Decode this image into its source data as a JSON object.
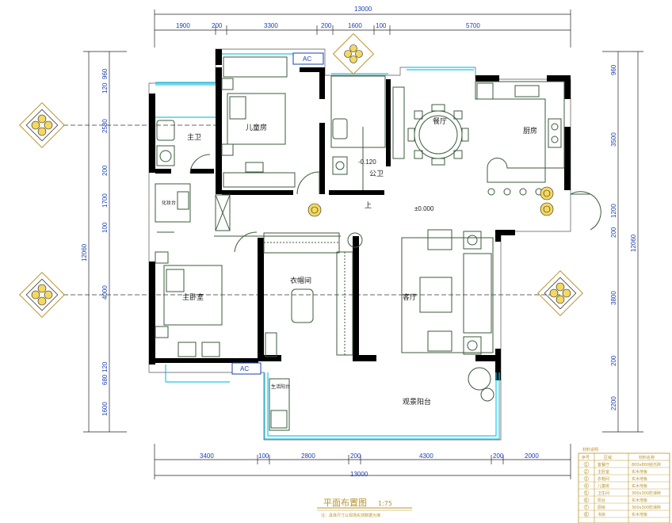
{
  "dimensions": {
    "top_total": "13000",
    "top_segments": [
      "1900",
      "200",
      "3300",
      "200",
      "1600",
      "100",
      "5700"
    ],
    "bottom_total": "13000",
    "bottom_segments": [
      "3400",
      "100",
      "2800",
      "200",
      "4300",
      "200",
      "2000"
    ],
    "left_total": "12060",
    "left_segments": [
      "960",
      "120",
      "2580",
      "200",
      "1700",
      "100",
      "4000",
      "120",
      "680",
      "1600"
    ],
    "right_total": "12060",
    "right_segments": [
      "960",
      "3500",
      "1200",
      "200",
      "3800",
      "200",
      "2200"
    ]
  },
  "rooms": {
    "kids_bedroom": "儿童房",
    "master_bath": "主卫",
    "public_bath": "公卫",
    "dining": "餐厅",
    "kitchen": "厨房",
    "master_bedroom": "主卧室",
    "closet": "衣帽间",
    "living": "客厅",
    "balcony": "观景阳台",
    "study_desk": "化妆台",
    "balcony_small": "生活阳台",
    "up": "上"
  },
  "levels": {
    "bath_level": "-0.120",
    "main_level": "±0.000"
  },
  "ac_label": "AC",
  "title": {
    "main": "平面布置图",
    "scale": "1:75",
    "note": "注：具体尺寸以现场实测数据为准"
  },
  "legend": {
    "header": "材料说明",
    "col_no": "序号",
    "col_area": "区域",
    "col_mat": "材料名称",
    "rows": [
      {
        "no": "1",
        "area": "客餐厅",
        "mat": "800x800抛光砖"
      },
      {
        "no": "2",
        "area": "主卧室",
        "mat": "实木地板"
      },
      {
        "no": "3",
        "area": "衣帽间",
        "mat": "实木地板"
      },
      {
        "no": "4",
        "area": "儿童房",
        "mat": "实木地板"
      },
      {
        "no": "5",
        "area": "卫生间",
        "mat": "300x300防滑砖"
      },
      {
        "no": "6",
        "area": "阳台",
        "mat": "实木地板"
      },
      {
        "no": "7",
        "area": "厨房",
        "mat": "300x300防滑砖"
      },
      {
        "no": "8",
        "area": "书房",
        "mat": "实木地板"
      }
    ]
  },
  "colors": {
    "wall": "#000000",
    "dimension_text": "#1a3fb0",
    "glass": "#1ec8e8",
    "title": "#b8942a",
    "furniture": "#3b5b3b"
  }
}
